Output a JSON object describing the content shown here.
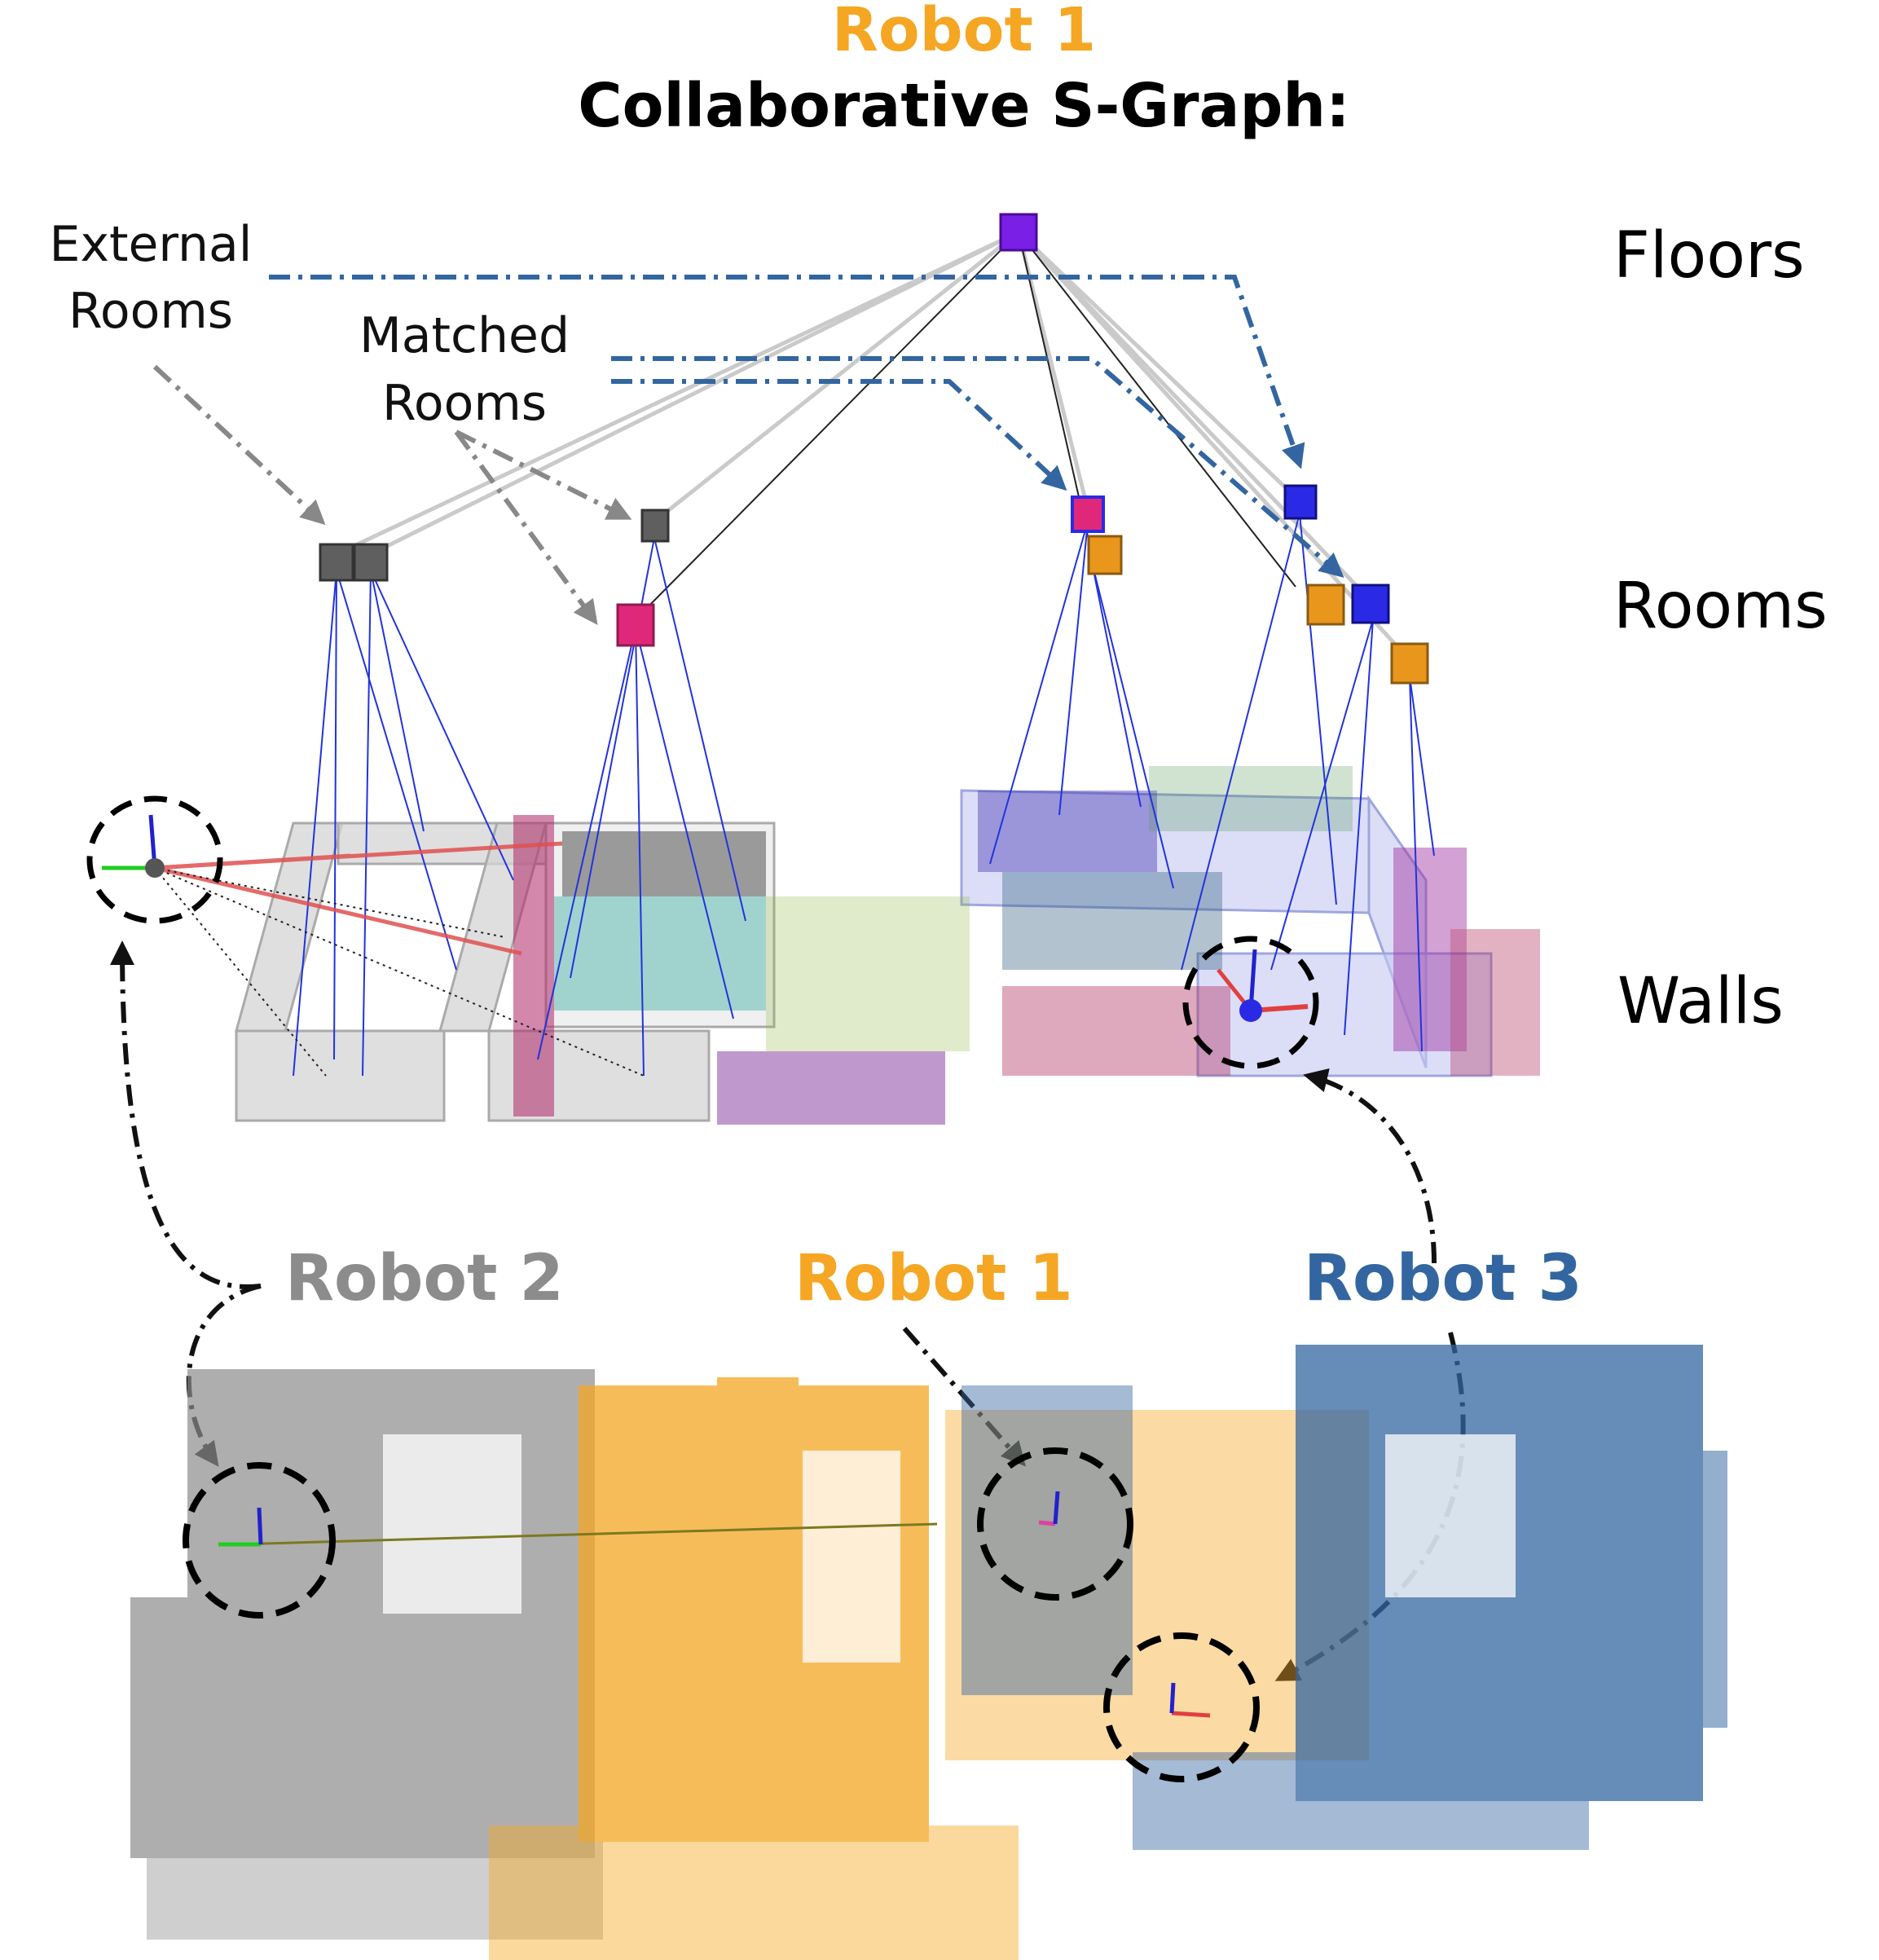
{
  "title": {
    "robot": "Robot 1",
    "main": "Collaborative S-Graph:"
  },
  "levels": {
    "floors": "Floors",
    "rooms": "Rooms",
    "walls": "Walls"
  },
  "callouts": {
    "external_line1": "External",
    "external_line2": "Rooms",
    "matched_line1": "Matched",
    "matched_line2": "Rooms"
  },
  "robots": [
    {
      "label": "Robot 2",
      "color": "#8c8c8c"
    },
    {
      "label": "Robot 1",
      "color": "#f5a623"
    },
    {
      "label": "Robot 3",
      "color": "#3366a0"
    }
  ],
  "colors": {
    "floor_node": "#7a1fe6",
    "room_external": "#5f5f5f",
    "room_matched": "#e0287a",
    "room_robot1": "#e8961c",
    "room_robot3": "#2a2ae6",
    "dashed_arrow_blue": "#3366a0",
    "dashed_arrow_gray": "#888888",
    "edge_blue": "#2233dd"
  }
}
